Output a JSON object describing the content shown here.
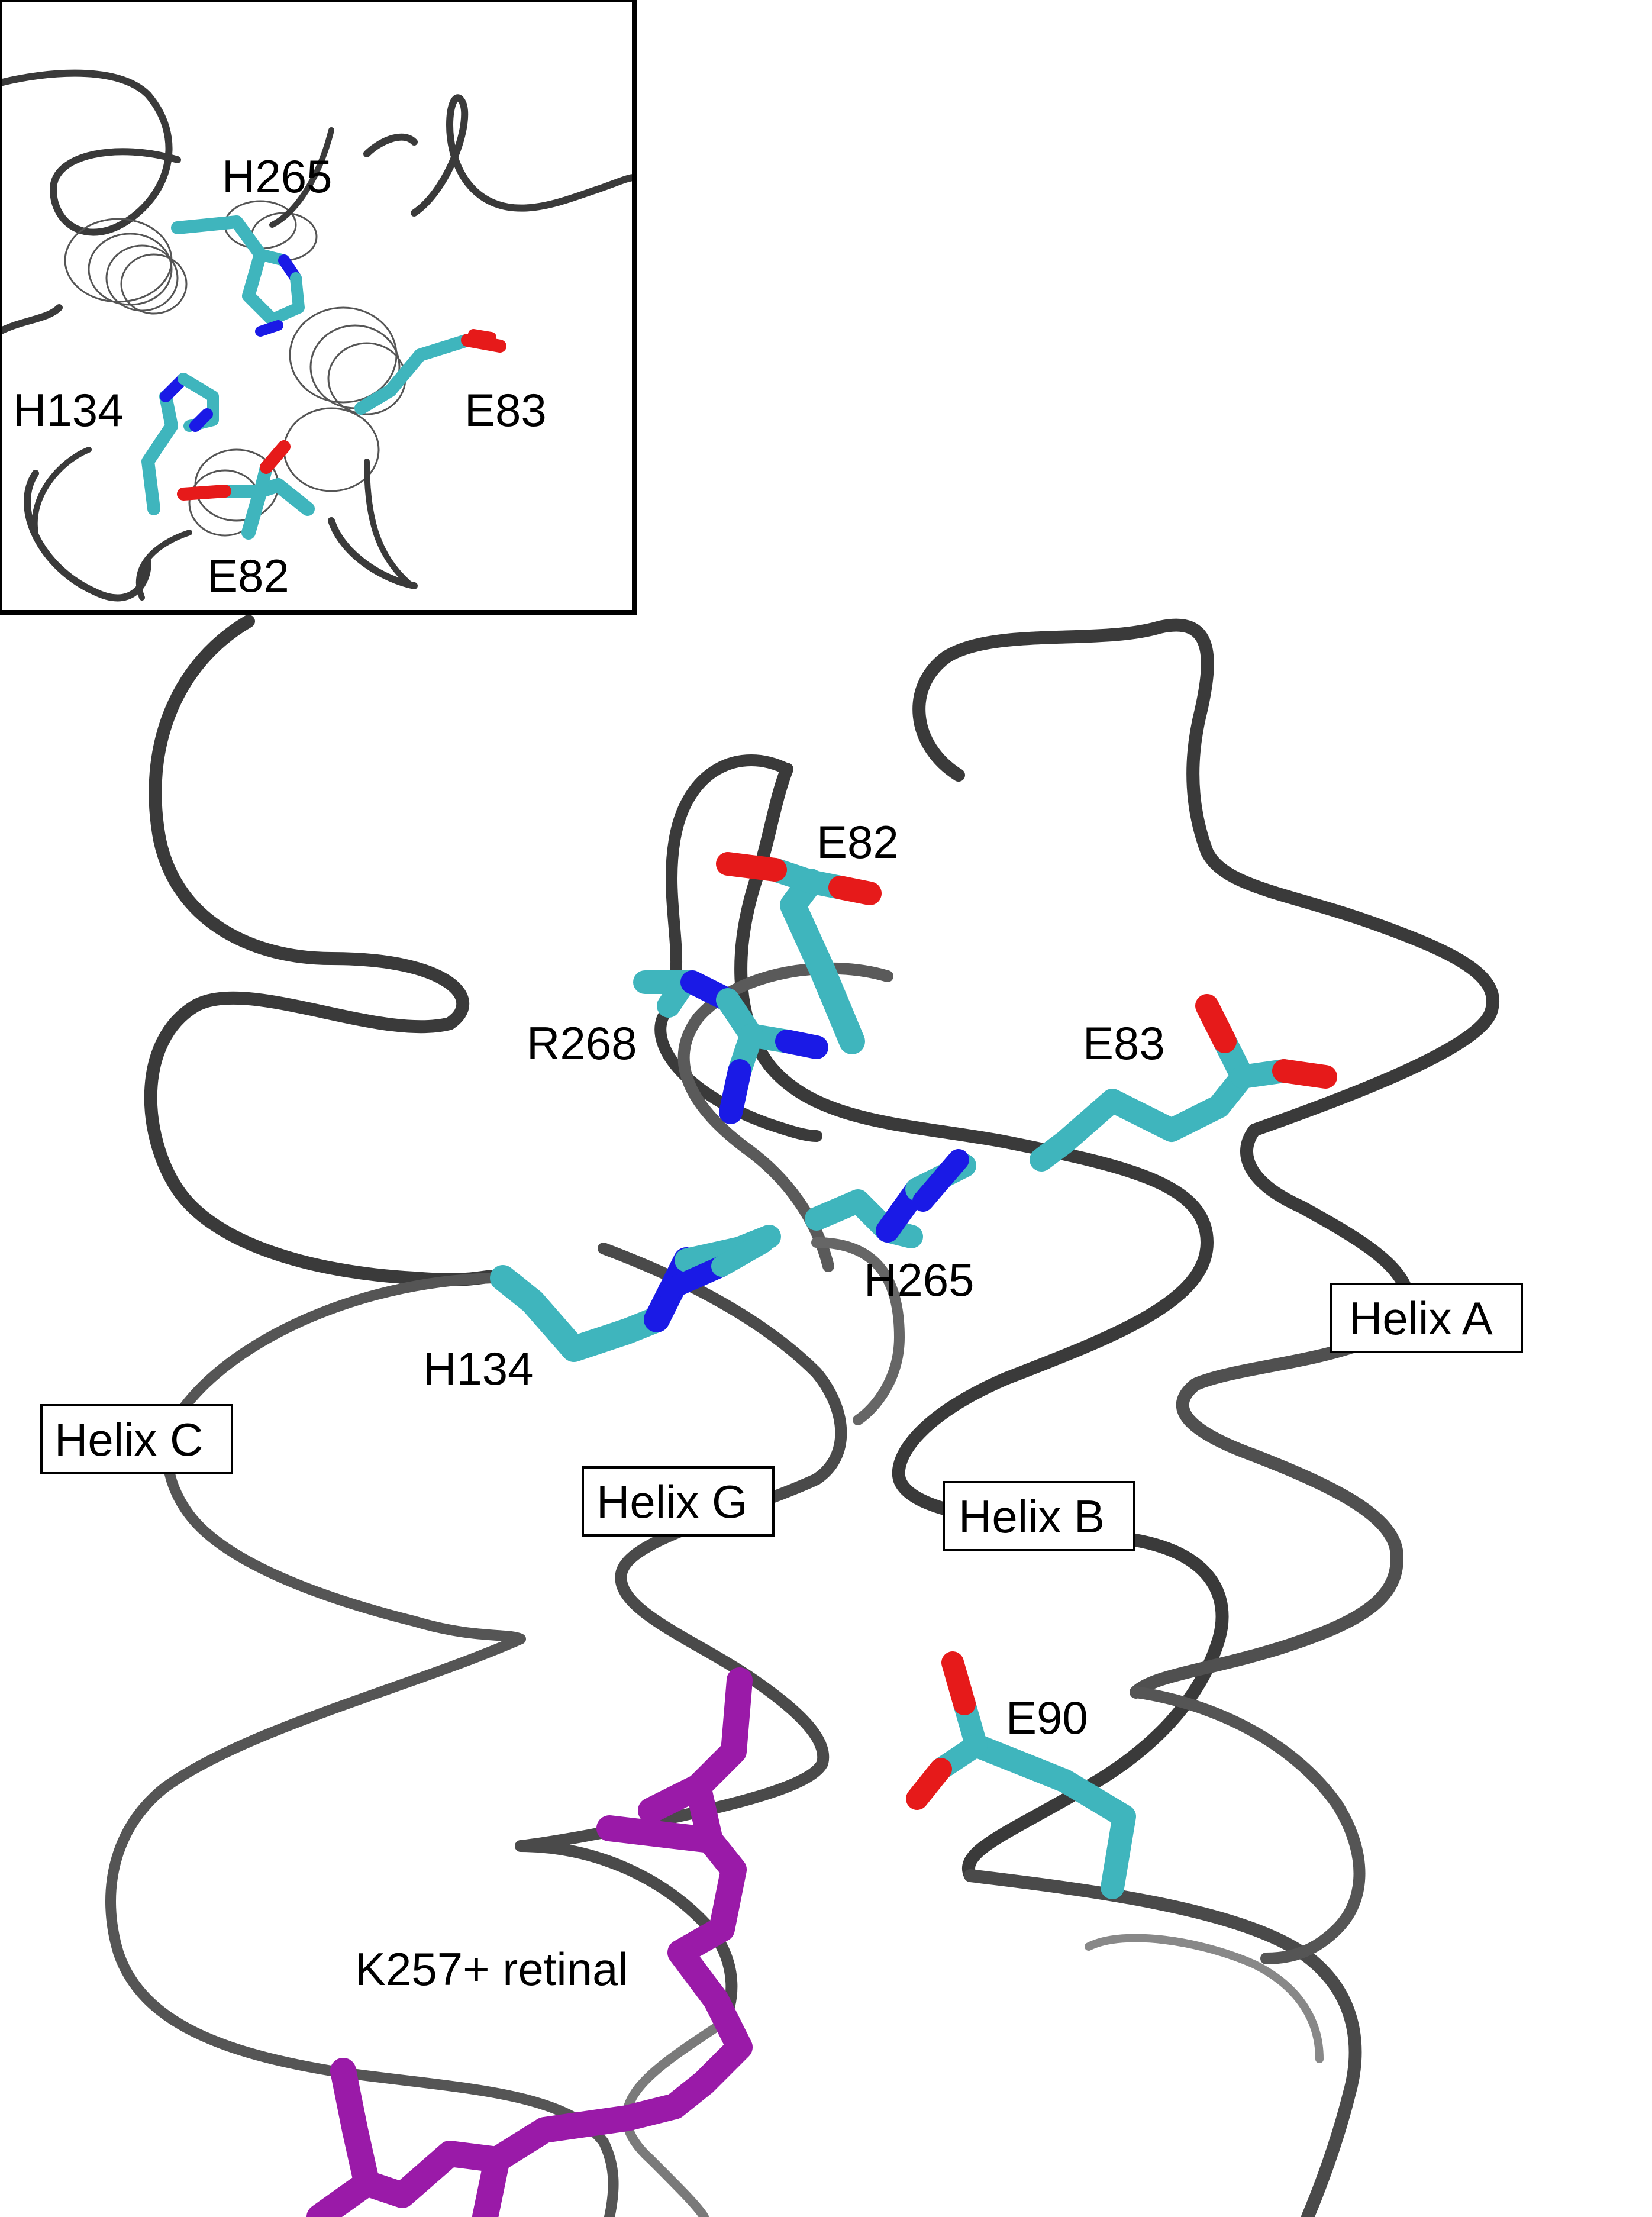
{
  "colors": {
    "ribbon_dark": "#3a3a3a",
    "ribbon_light": "#8a8a8a",
    "carbon": "#3fb5bd",
    "nitrogen": "#1a1ae6",
    "oxygen": "#e61a1a",
    "retinal": "#9a1aa8",
    "inset_border": "#000000"
  },
  "inset": {
    "labels": {
      "h265": "H265",
      "h134": "H134",
      "e83": "E83",
      "e82": "E82"
    }
  },
  "main": {
    "labels": {
      "e82": "E82",
      "r268": "R268",
      "e83": "E83",
      "h265": "H265",
      "h134": "H134",
      "e90": "E90",
      "k257": "K257+ retinal"
    },
    "helix_boxes": {
      "helix_a": "Helix A",
      "helix_b": "Helix B",
      "helix_c": "Helix C",
      "helix_g": "Helix G"
    }
  }
}
